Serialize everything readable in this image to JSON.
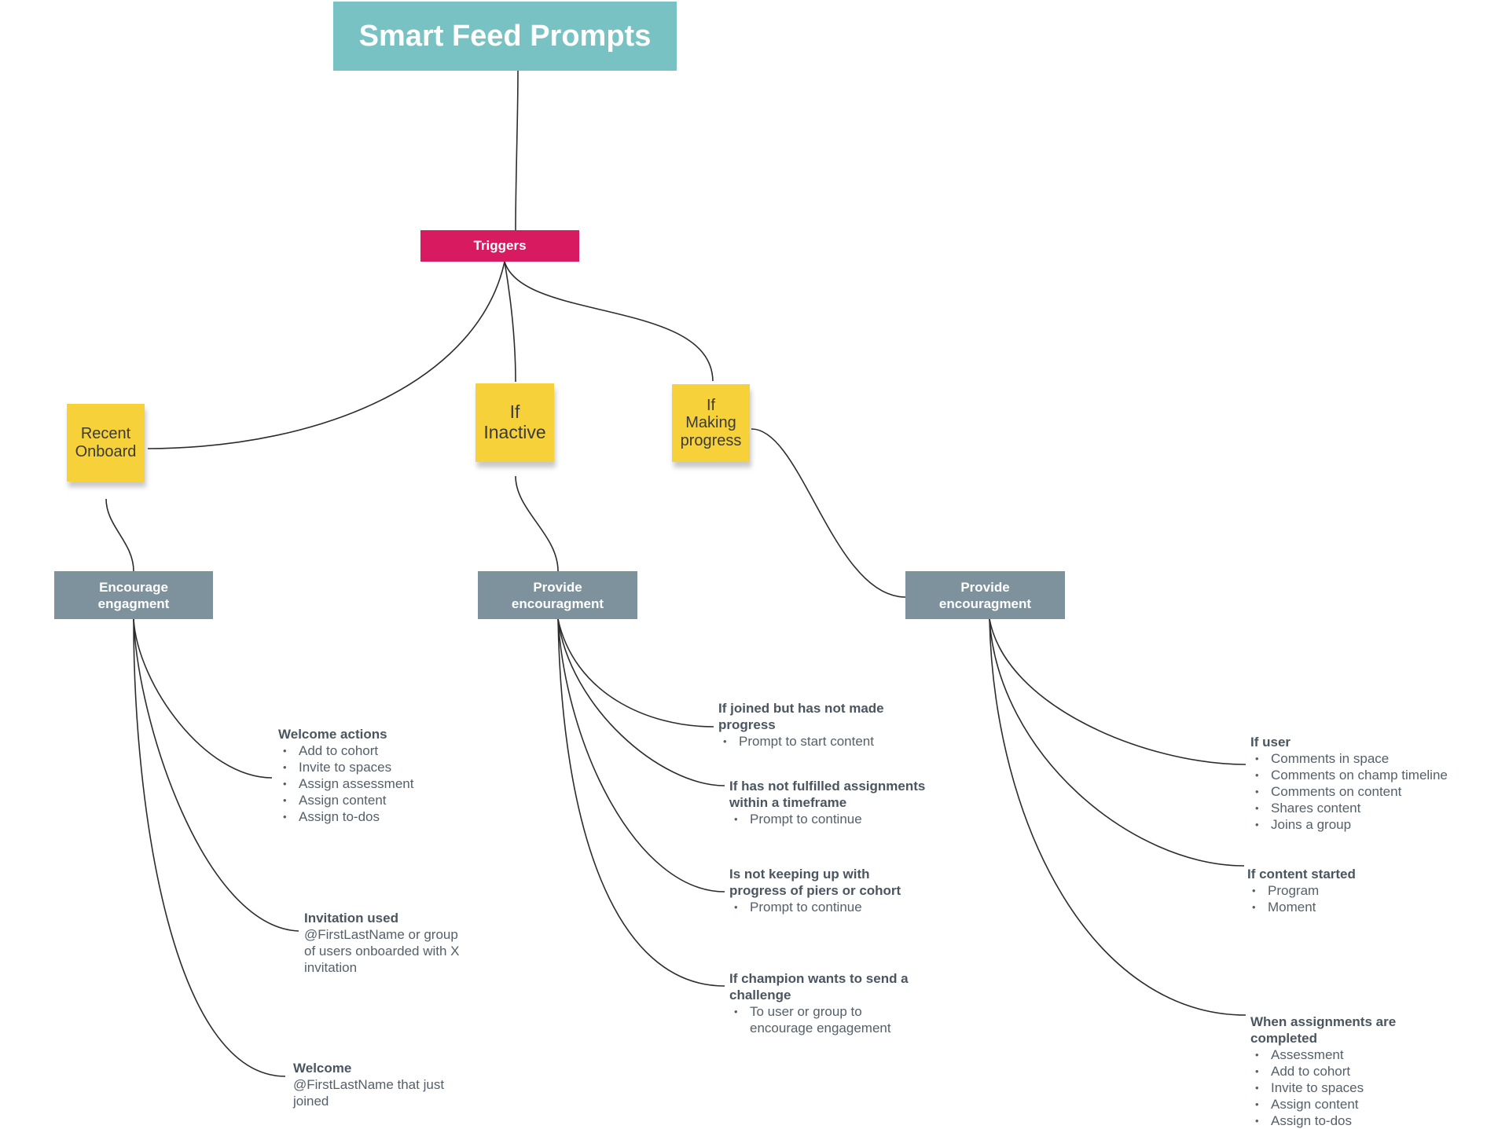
{
  "title": "Smart Feed Prompts",
  "trigger": "Triggers",
  "stickies": {
    "recent": "Recent\nOnboard",
    "inactive": "If\nInactive",
    "progress": "If\nMaking\nprogress"
  },
  "actions": {
    "encourage": "Encourage\nengagment",
    "provide_inactive": "Provide\nencouragment",
    "provide_progress": "Provide\nencouragment"
  },
  "notes": {
    "welcome_actions": {
      "title": "Welcome actions",
      "items": [
        "Add to cohort",
        "Invite to spaces",
        "Assign assessment",
        "Assign content",
        "Assign to-dos"
      ]
    },
    "invitation_used": {
      "title": "Invitation used",
      "body": "@FirstLastName or group\nof users onboarded with X\ninvitation"
    },
    "welcome": {
      "title": "Welcome",
      "body": "@FirstLastName that just\njoined"
    },
    "joined_no_progress": {
      "title": "If joined but has not made\nprogress",
      "items": [
        "Prompt to start content"
      ]
    },
    "not_fulfilled": {
      "title": "If has not fulfilled assignments\nwithin a timeframe",
      "items": [
        "Prompt to continue"
      ]
    },
    "not_keeping_up": {
      "title": "Is not keeping up with\nprogress of piers or cohort",
      "items": [
        "Prompt to continue"
      ]
    },
    "champion_challenge": {
      "title": "If champion wants to send a\nchallenge",
      "items": [
        "To user or group to\nencourage engagement"
      ]
    },
    "if_user": {
      "title": "If user",
      "items": [
        "Comments in space",
        "Comments on champ timeline",
        "Comments on content",
        "Shares content",
        "Joins a group"
      ]
    },
    "content_started": {
      "title": "If content started",
      "items": [
        "Program",
        "Moment"
      ]
    },
    "assignments_completed": {
      "title": "When assignments are\ncompleted",
      "items": [
        "Assessment",
        "Add to cohort",
        "Invite to spaces",
        "Assign content",
        "Assign to-dos"
      ]
    }
  },
  "colors": {
    "title_bg": "#78c2c4",
    "trigger_bg": "#d81b60",
    "sticky_bg": "#f6d13a",
    "action_bg": "#7e929e",
    "connector": "#2c2c2c",
    "note_text": "#555f69"
  }
}
